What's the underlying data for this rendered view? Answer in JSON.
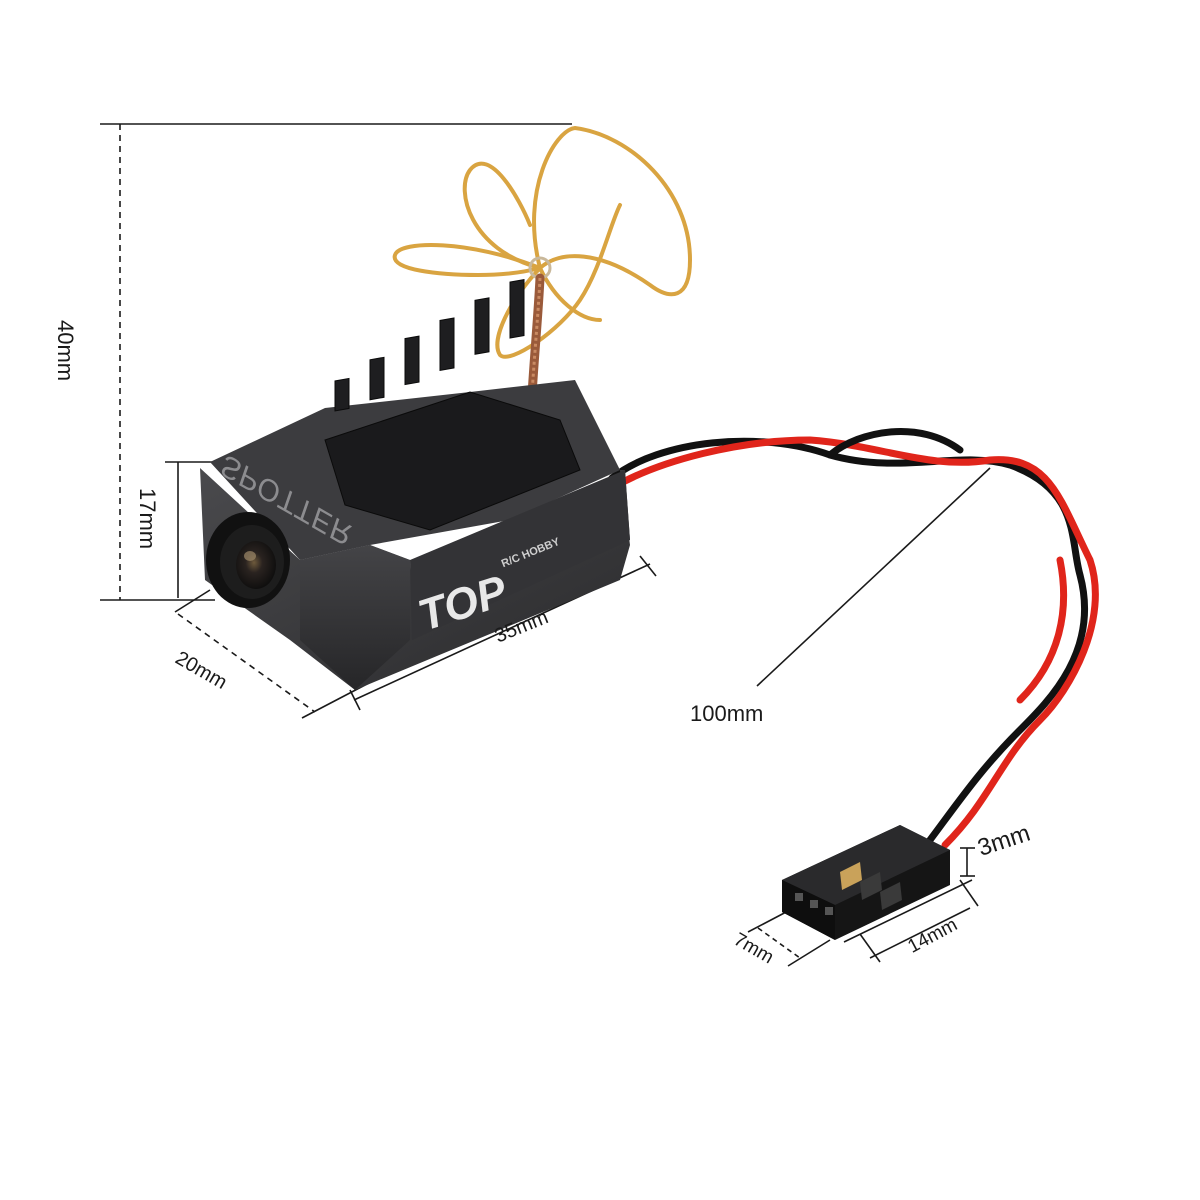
{
  "product": {
    "brand_logo": "TOP",
    "brand_sub": "R/C HOBBY",
    "model_mark": "SPOTTER"
  },
  "dimensions": {
    "height_total": "40mm",
    "height_body": "17mm",
    "width": "20mm",
    "length": "35mm",
    "cable_length": "100mm",
    "plug_height": "3mm",
    "plug_width": "7mm",
    "plug_length": "14mm"
  },
  "colors": {
    "background": "#ffffff",
    "housing": "#3a3a3c",
    "heatsink": "#1e1e20",
    "antenna_gold": "#d9a441",
    "wire_red": "#e0251b",
    "wire_black": "#111111",
    "connector": "#151515",
    "dimension_line": "#1a1a1a"
  },
  "icons": [
    "antenna-icon",
    "camera-lens-icon",
    "heatsink-icon",
    "servo-connector-icon"
  ]
}
